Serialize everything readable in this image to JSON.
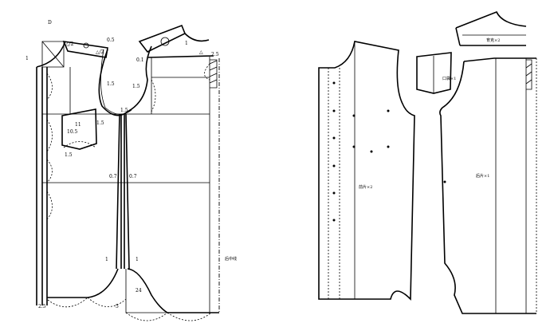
{
  "drafting_diagram": {
    "measurements": {
      "d_top": "D",
      "shoulder_1": "1",
      "neck_delta_left": "△/2",
      "shoulder_delta": "△/2",
      "val_05": "0.5",
      "val_01": "0.1",
      "val_25": "2.5",
      "back_delta": "△",
      "back_1": "1",
      "armhole_15_left": "1.5",
      "armhole_15_right": "1.5",
      "armhole_15_bottom": "1.5",
      "armhole_15_pocket": "1.5",
      "pocket_11": "11",
      "pocket_105": "10.5",
      "pocket_15": "1.5",
      "waist_07_left": "0.7",
      "waist_07_right": "0.7",
      "hem_1_left": "1",
      "hem_1_right": "1",
      "hem_24": "24",
      "hem_5": "5",
      "hem_25": "2.5",
      "center_back_label": "后中线"
    }
  },
  "pattern_pieces": {
    "front_label": "前片×2",
    "back_label": "后片×1",
    "pocket_label": "口袋×1",
    "yoke_label": "育克×2"
  }
}
